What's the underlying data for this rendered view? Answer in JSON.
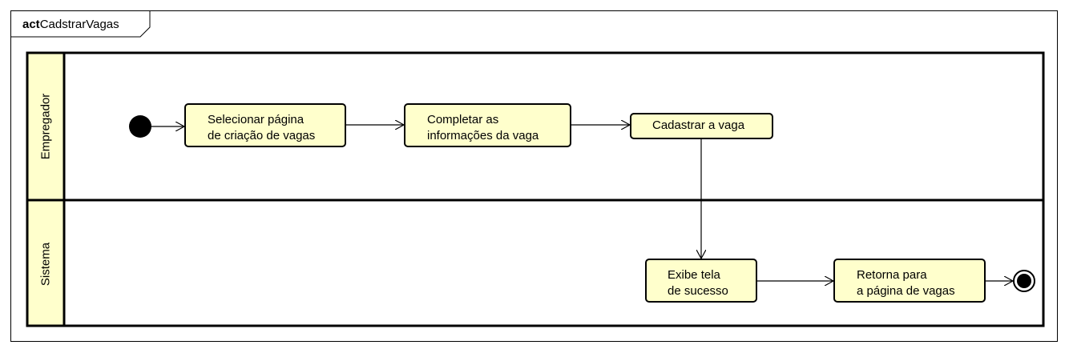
{
  "frame": {
    "keyword": "act",
    "name": "CadstrarVagas"
  },
  "lanes": [
    {
      "label": "Empregador"
    },
    {
      "label": "Sistema"
    }
  ],
  "actions": {
    "selecionar": "Selecionar página\nde criação de vagas",
    "completar": "Completar as\ninformações da vaga",
    "cadastrar": "Cadastrar a vaga",
    "exibe": "Exibe tela\nde sucesso",
    "retorna": "Retorna para\na página de vagas"
  },
  "colors": {
    "action_fill": "#ffffcc",
    "lane_header_fill": "#ffffcc",
    "stroke": "#000000"
  }
}
